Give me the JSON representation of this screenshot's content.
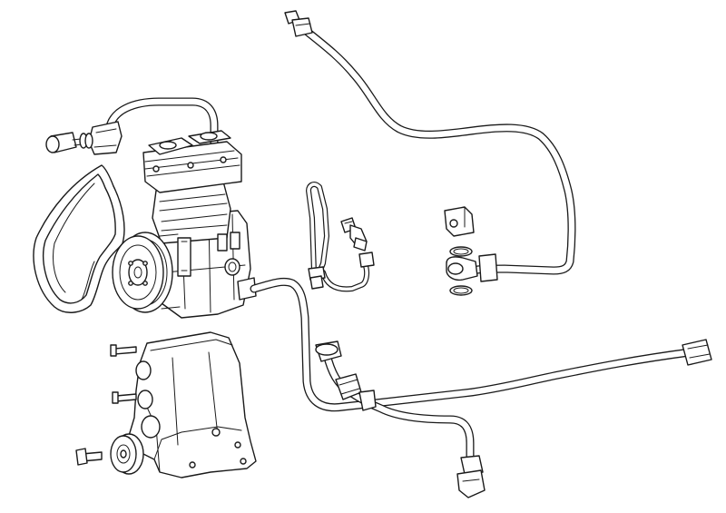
{
  "diagram": {
    "kind": "exploded-parts-line-drawing",
    "colors": {
      "ink": "#1a1a1a",
      "background": "#ffffff"
    },
    "parts": [
      {
        "id": "air-compressor",
        "icon": "compressor-icon"
      },
      {
        "id": "drive-pulley",
        "icon": "pulley-icon"
      },
      {
        "id": "v-belt",
        "icon": "belt-icon"
      },
      {
        "id": "mounting-bracket",
        "icon": "bracket-icon"
      },
      {
        "id": "tensioner-roller",
        "icon": "roller-icon"
      },
      {
        "id": "coolant-pipe-upper",
        "icon": "pipe-icon"
      },
      {
        "id": "long-air-line",
        "icon": "pipe-icon"
      },
      {
        "id": "banjo-fitting",
        "icon": "banjo-fitting-icon"
      },
      {
        "id": "pressure-lines",
        "icon": "pipe-icon"
      },
      {
        "id": "small-feed-line",
        "icon": "pipe-icon"
      },
      {
        "id": "elbow-fitting",
        "icon": "elbow-fitting-icon"
      }
    ]
  }
}
